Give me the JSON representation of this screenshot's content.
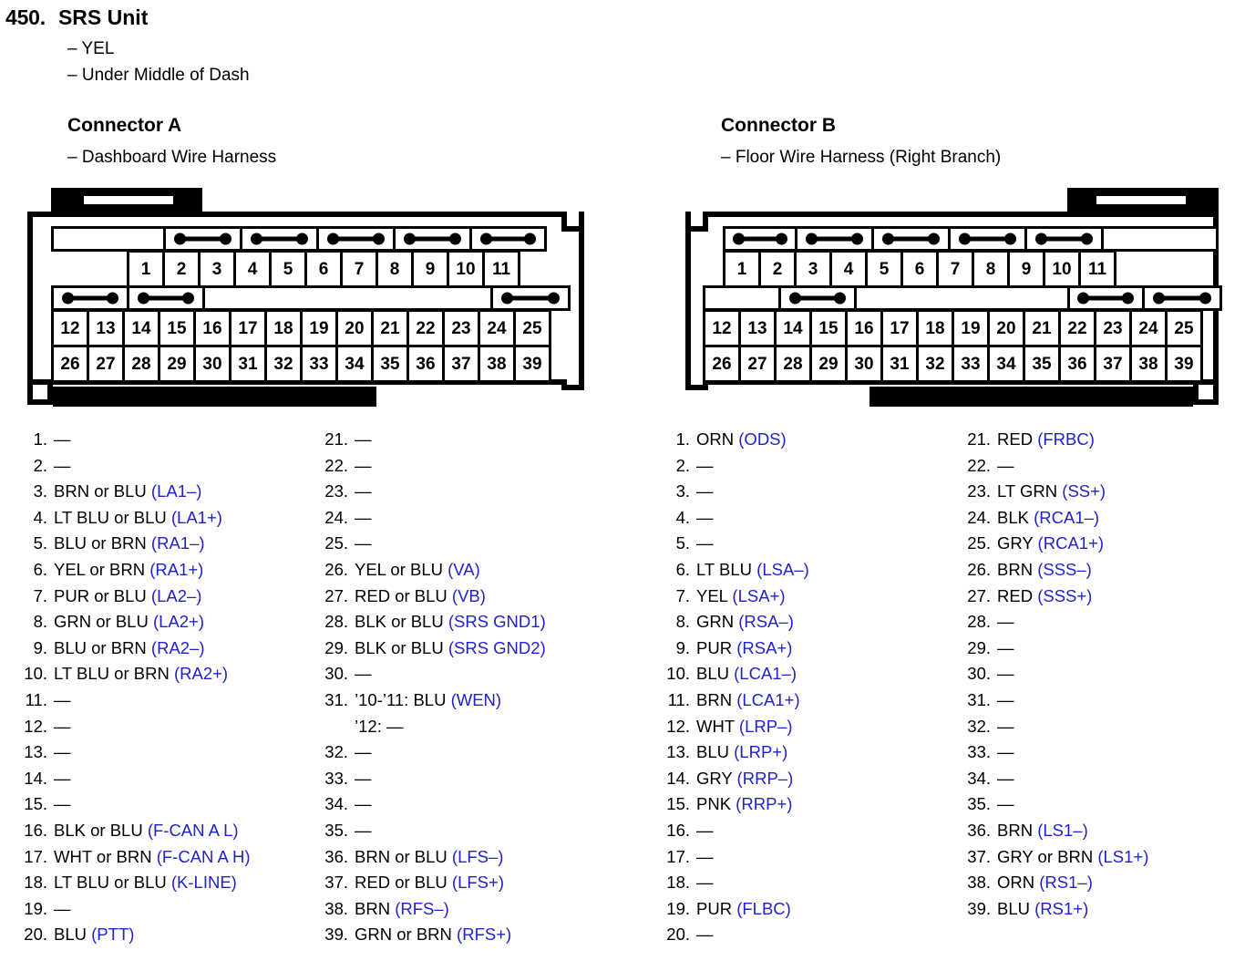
{
  "header": {
    "number": "450.",
    "title": "SRS Unit",
    "sub1": "– YEL",
    "sub2": "– Under Middle of Dash"
  },
  "connector_a": {
    "title": "Connector A",
    "subtitle": "– Dashboard Wire Harness",
    "rows": {
      "top": [
        "1",
        "2",
        "3",
        "4",
        "5",
        "6",
        "7",
        "8",
        "9",
        "10",
        "11"
      ],
      "middle": [
        "12",
        "13",
        "14",
        "15",
        "16",
        "17",
        "18",
        "19",
        "20",
        "21",
        "22",
        "23",
        "24",
        "25"
      ],
      "bottom": [
        "26",
        "27",
        "28",
        "29",
        "30",
        "31",
        "32",
        "33",
        "34",
        "35",
        "36",
        "37",
        "38",
        "39"
      ]
    },
    "pins_left": [
      {
        "n": "1.",
        "wire": "—",
        "sig": ""
      },
      {
        "n": "2.",
        "wire": "—",
        "sig": ""
      },
      {
        "n": "3.",
        "wire": "BRN or BLU",
        "sig": "(LA1–)"
      },
      {
        "n": "4.",
        "wire": "LT BLU or BLU",
        "sig": "(LA1+)"
      },
      {
        "n": "5.",
        "wire": "BLU or BRN",
        "sig": "(RA1–)"
      },
      {
        "n": "6.",
        "wire": "YEL or BRN",
        "sig": "(RA1+)"
      },
      {
        "n": "7.",
        "wire": "PUR or BLU",
        "sig": "(LA2–)"
      },
      {
        "n": "8.",
        "wire": "GRN or BLU",
        "sig": "(LA2+)"
      },
      {
        "n": "9.",
        "wire": "BLU or BRN",
        "sig": "(RA2–)"
      },
      {
        "n": "10.",
        "wire": "LT BLU or BRN",
        "sig": "(RA2+)"
      },
      {
        "n": "11.",
        "wire": "—",
        "sig": ""
      },
      {
        "n": "12.",
        "wire": "—",
        "sig": ""
      },
      {
        "n": "13.",
        "wire": "—",
        "sig": ""
      },
      {
        "n": "14.",
        "wire": "—",
        "sig": ""
      },
      {
        "n": "15.",
        "wire": "—",
        "sig": ""
      },
      {
        "n": "16.",
        "wire": "BLK or BLU",
        "sig": "(F-CAN A L)"
      },
      {
        "n": "17.",
        "wire": "WHT or BRN",
        "sig": "(F-CAN A H)"
      },
      {
        "n": "18.",
        "wire": "LT BLU or BLU",
        "sig": "(K-LINE)"
      },
      {
        "n": "19.",
        "wire": "—",
        "sig": ""
      },
      {
        "n": "20.",
        "wire": "BLU",
        "sig": "(PTT)"
      }
    ],
    "pins_right": [
      {
        "n": "21.",
        "wire": "—",
        "sig": ""
      },
      {
        "n": "22.",
        "wire": "—",
        "sig": ""
      },
      {
        "n": "23.",
        "wire": "—",
        "sig": ""
      },
      {
        "n": "24.",
        "wire": "—",
        "sig": ""
      },
      {
        "n": "25.",
        "wire": "—",
        "sig": ""
      },
      {
        "n": "26.",
        "wire": "YEL or BLU",
        "sig": "(VA)"
      },
      {
        "n": "27.",
        "wire": "RED or BLU",
        "sig": "(VB)"
      },
      {
        "n": "28.",
        "wire": "BLK or BLU",
        "sig": "(SRS GND1)"
      },
      {
        "n": "29.",
        "wire": "BLK or BLU",
        "sig": "(SRS GND2)"
      },
      {
        "n": "30.",
        "wire": "—",
        "sig": ""
      },
      {
        "n": "31.",
        "wire": "’10-’11: BLU",
        "sig": "(WEN)",
        "cont": "’12: —"
      },
      {
        "n": "32.",
        "wire": "—",
        "sig": ""
      },
      {
        "n": "33.",
        "wire": "—",
        "sig": ""
      },
      {
        "n": "34.",
        "wire": "—",
        "sig": ""
      },
      {
        "n": "35.",
        "wire": "—",
        "sig": ""
      },
      {
        "n": "36.",
        "wire": "BRN or BLU",
        "sig": "(LFS–)"
      },
      {
        "n": "37.",
        "wire": "RED or BLU",
        "sig": "(LFS+)"
      },
      {
        "n": "38.",
        "wire": "BRN",
        "sig": "(RFS–)"
      },
      {
        "n": "39.",
        "wire": "GRN or BRN",
        "sig": "(RFS+)"
      }
    ]
  },
  "connector_b": {
    "title": "Connector B",
    "subtitle": "– Floor Wire Harness (Right Branch)",
    "rows": {
      "top": [
        "1",
        "2",
        "3",
        "4",
        "5",
        "6",
        "7",
        "8",
        "9",
        "10",
        "11"
      ],
      "middle": [
        "12",
        "13",
        "14",
        "15",
        "16",
        "17",
        "18",
        "19",
        "20",
        "21",
        "22",
        "23",
        "24",
        "25"
      ],
      "bottom": [
        "26",
        "27",
        "28",
        "29",
        "30",
        "31",
        "32",
        "33",
        "34",
        "35",
        "36",
        "37",
        "38",
        "39"
      ]
    },
    "pins_left": [
      {
        "n": "1.",
        "wire": "ORN",
        "sig": "(ODS)"
      },
      {
        "n": "2.",
        "wire": "—",
        "sig": ""
      },
      {
        "n": "3.",
        "wire": "—",
        "sig": ""
      },
      {
        "n": "4.",
        "wire": "—",
        "sig": ""
      },
      {
        "n": "5.",
        "wire": "—",
        "sig": ""
      },
      {
        "n": "6.",
        "wire": "LT BLU",
        "sig": "(LSA–)"
      },
      {
        "n": "7.",
        "wire": "YEL",
        "sig": "(LSA+)"
      },
      {
        "n": "8.",
        "wire": "GRN",
        "sig": "(RSA–)"
      },
      {
        "n": "9.",
        "wire": "PUR",
        "sig": "(RSA+)"
      },
      {
        "n": "10.",
        "wire": "BLU",
        "sig": "(LCA1–)"
      },
      {
        "n": "11.",
        "wire": "BRN",
        "sig": "(LCA1+)"
      },
      {
        "n": "12.",
        "wire": "WHT",
        "sig": "(LRP–)"
      },
      {
        "n": "13.",
        "wire": "BLU",
        "sig": "(LRP+)"
      },
      {
        "n": "14.",
        "wire": "GRY",
        "sig": "(RRP–)"
      },
      {
        "n": "15.",
        "wire": "PNK",
        "sig": "(RRP+)"
      },
      {
        "n": "16.",
        "wire": "—",
        "sig": ""
      },
      {
        "n": "17.",
        "wire": "—",
        "sig": ""
      },
      {
        "n": "18.",
        "wire": "—",
        "sig": ""
      },
      {
        "n": "19.",
        "wire": "PUR",
        "sig": "(FLBC)"
      },
      {
        "n": "20.",
        "wire": "—",
        "sig": ""
      }
    ],
    "pins_right": [
      {
        "n": "21.",
        "wire": "RED",
        "sig": "(FRBC)"
      },
      {
        "n": "22.",
        "wire": "—",
        "sig": ""
      },
      {
        "n": "23.",
        "wire": "LT GRN",
        "sig": "(SS+)"
      },
      {
        "n": "24.",
        "wire": "BLK",
        "sig": "(RCA1–)"
      },
      {
        "n": "25.",
        "wire": "GRY",
        "sig": "(RCA1+)"
      },
      {
        "n": "26.",
        "wire": "BRN",
        "sig": "(SSS–)"
      },
      {
        "n": "27.",
        "wire": "RED",
        "sig": "(SSS+)"
      },
      {
        "n": "28.",
        "wire": "—",
        "sig": ""
      },
      {
        "n": "29.",
        "wire": "—",
        "sig": ""
      },
      {
        "n": "30.",
        "wire": "—",
        "sig": ""
      },
      {
        "n": "31.",
        "wire": "—",
        "sig": ""
      },
      {
        "n": "32.",
        "wire": "—",
        "sig": ""
      },
      {
        "n": "33.",
        "wire": "—",
        "sig": ""
      },
      {
        "n": "34.",
        "wire": "—",
        "sig": ""
      },
      {
        "n": "35.",
        "wire": "—",
        "sig": ""
      },
      {
        "n": "36.",
        "wire": "BRN",
        "sig": "(LS1–)"
      },
      {
        "n": "37.",
        "wire": "GRY or BRN",
        "sig": "(LS1+)"
      },
      {
        "n": "38.",
        "wire": "ORN",
        "sig": "(RS1–)"
      },
      {
        "n": "39.",
        "wire": "BLU",
        "sig": "(RS1+)"
      }
    ]
  },
  "colors": {
    "signal": "#2222cc",
    "ink": "#000000",
    "paper": "#ffffff"
  }
}
